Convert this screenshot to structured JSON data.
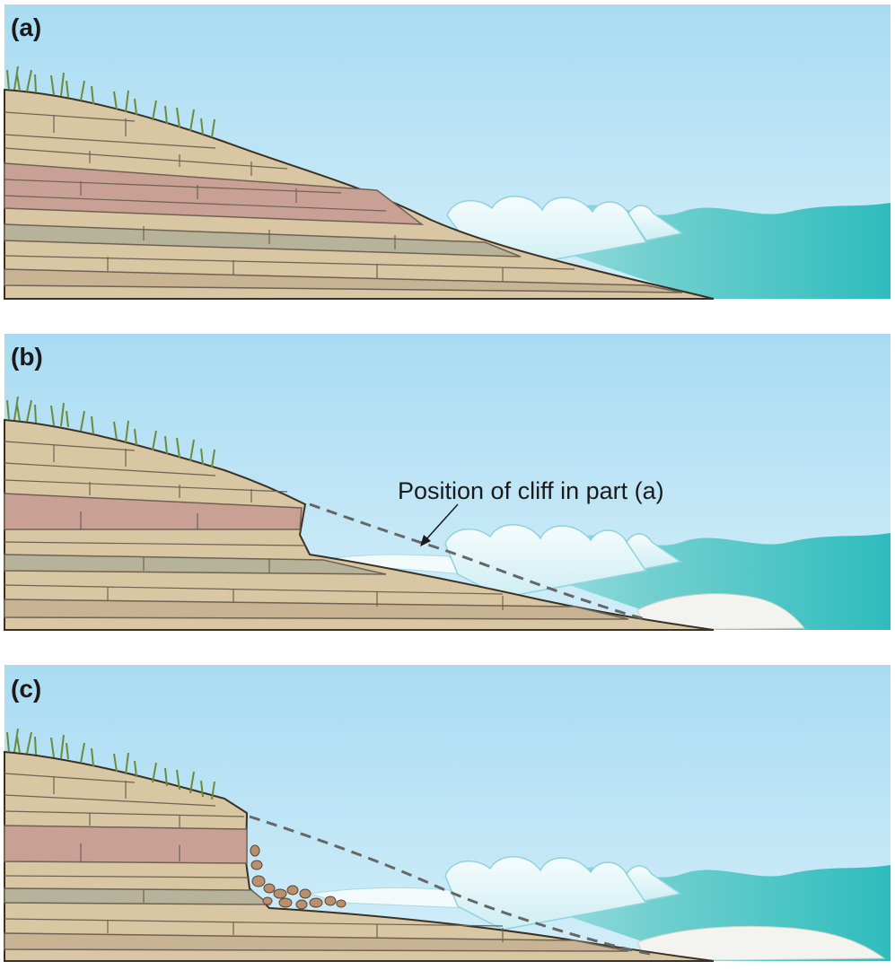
{
  "panels": [
    {
      "id": "a",
      "label": "(a)"
    },
    {
      "id": "b",
      "label": "(b)"
    },
    {
      "id": "c",
      "label": "(c)"
    }
  ],
  "annotation": "Position of cliff in part (a)",
  "colors": {
    "sky_top": "#a9dbf1",
    "sky_bottom": "#d2eef9",
    "rock_tan": "#d9c7a3",
    "rock_pink": "#c9a194",
    "rock_grey": "#b7b29a",
    "mortar": "#6e6253",
    "sea": "#3fc2c0",
    "foam": "#eef8fb",
    "grass": "#6b8a3a",
    "dashed": "#666666"
  }
}
